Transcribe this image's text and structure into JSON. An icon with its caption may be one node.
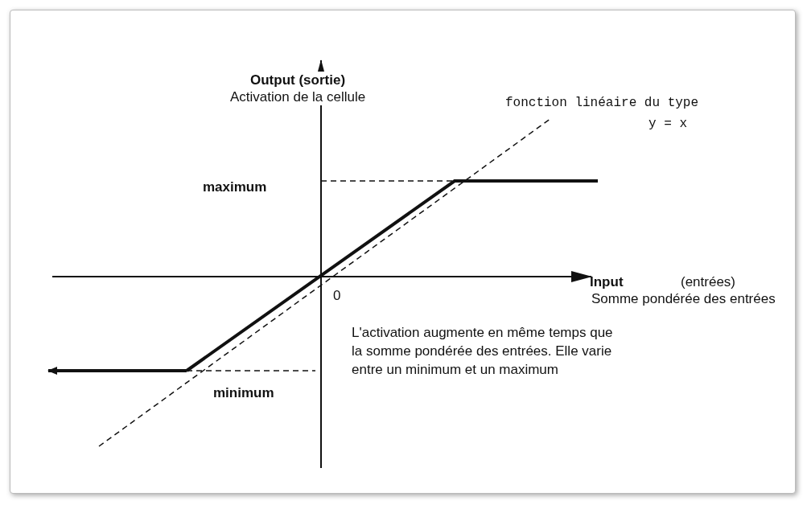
{
  "diagram": {
    "labels": [
      "Output (sortie)",
      "Activation de la cellule",
      "fonction linéaire du type",
      "y = x",
      "maximum",
      "0",
      "Input",
      "(entrées)",
      "Somme pondérée des entrées",
      "L'activation augmente en même temps que la somme pondérée des entrées. Elle varie entre un minimum et un maximum",
      "minimum"
    ]
  }
}
